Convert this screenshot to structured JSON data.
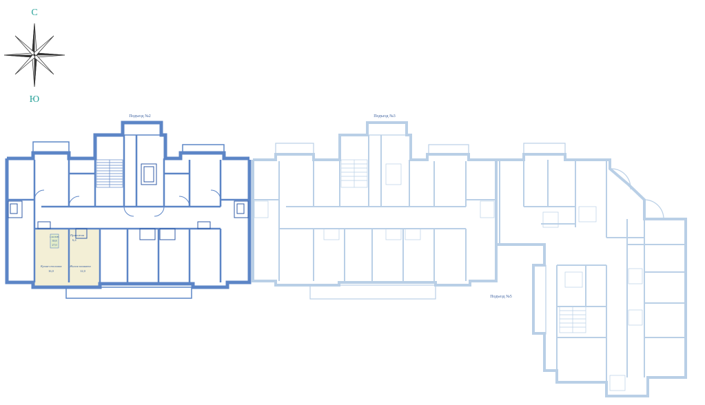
{
  "compass": {
    "north_label": "С",
    "south_label": "Ю"
  },
  "entrances": [
    {
      "label": "Подъезд №2"
    },
    {
      "label": "Подъезд №3"
    },
    {
      "label": "Подъезд №5"
    }
  ],
  "highlighted_apartment": {
    "badge_line1": "1-КОМН.",
    "badge_line2": "39,8",
    "badge_line3": "27,0",
    "rooms": [
      {
        "name": "Кухня-столовая",
        "area": "16,0"
      },
      {
        "name": "Прихожая",
        "area": "6,4"
      },
      {
        "name": "Жилая комната",
        "area": "12,0"
      }
    ]
  },
  "colors": {
    "active_wall": "#5c85c6",
    "active_wall_dark": "#2f5aa6",
    "inactive_wall": "#b9cfe6",
    "highlight_fill": "#f3efd6",
    "label_text": "#3a5f9e",
    "compass_text": "#2aa39a"
  }
}
